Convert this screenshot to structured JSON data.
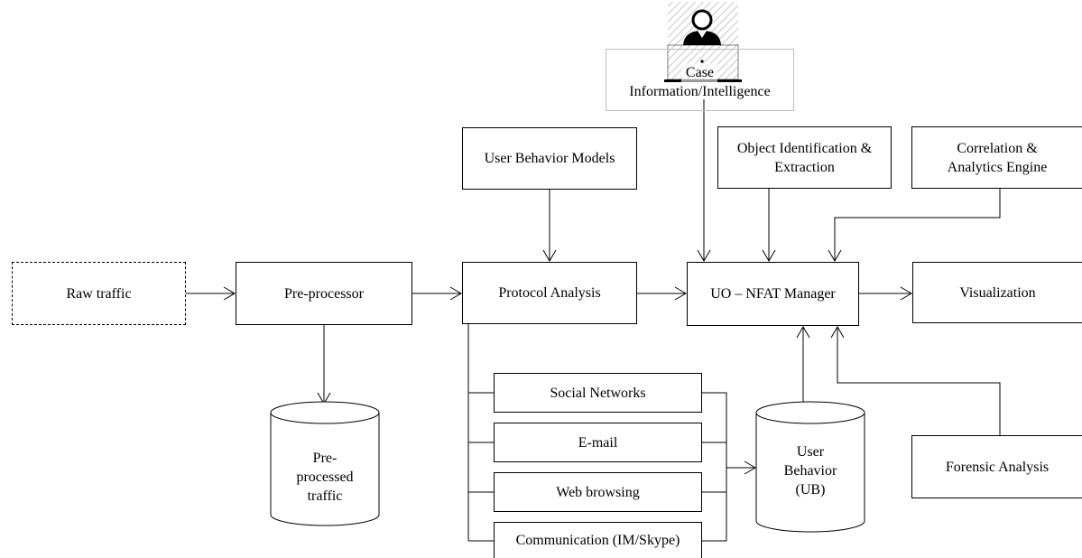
{
  "nodes": {
    "raw_traffic": "Raw traffic",
    "pre_processor": "Pre-processor",
    "pre_processed_traffic": [
      "Pre-",
      "processed",
      "traffic"
    ],
    "protocol_analysis": "Protocol Analysis",
    "user_behavior_models": "User Behavior Models",
    "case_info": [
      "Case",
      "Information/Intelligence"
    ],
    "object_identification": [
      "Object Identification &",
      "Extraction"
    ],
    "correlation_engine": [
      "Correlation &",
      "Analytics Engine"
    ],
    "manager": "UO – NFAT Manager",
    "visualization": "Visualization",
    "social_networks": "Social Networks",
    "email": "E-mail",
    "web_browsing": "Web browsing",
    "communication": "Communication (IM/Skype)",
    "user_behavior_db": [
      "User",
      "Behavior",
      "(UB)"
    ],
    "forensic_analysis": "Forensic Analysis"
  },
  "icons": {
    "case_icon": "investigator-laptop-icon"
  },
  "colors": {
    "stroke": "#000000",
    "hatch": "#c8c8c8",
    "soft_border": "#bdbdbd"
  }
}
